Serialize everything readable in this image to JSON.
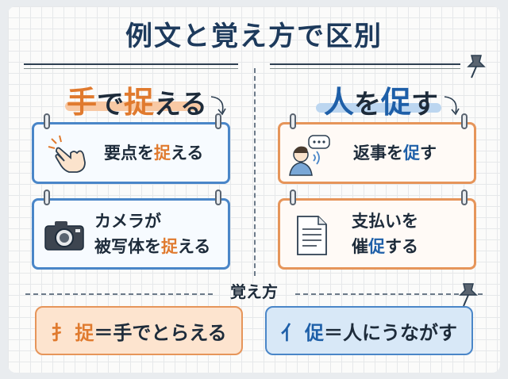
{
  "title": "例文と覚え方で区別",
  "left": {
    "heading_first": "手",
    "heading_rest": "で",
    "heading_kanji": "捉",
    "heading_tail": "える",
    "card1": {
      "pre": "要点を",
      "kanji": "捉",
      "post": "える",
      "icon": "pointing-hand-icon"
    },
    "card2": {
      "line1": "カメラが",
      "pre": "被写体を",
      "kanji": "捉",
      "post": "える",
      "icon": "camera-icon"
    }
  },
  "right": {
    "heading_first": "人",
    "heading_rest": "を",
    "heading_kanji": "促",
    "heading_tail": "す",
    "card1": {
      "pre": "返事を",
      "kanji": "促",
      "post": "す",
      "icon": "speaking-person-icon"
    },
    "card2": {
      "line1": "支払いを",
      "pre": "催",
      "kanji": "促",
      "post": "する",
      "icon": "document-icon"
    }
  },
  "memo_label": "覚え方",
  "memo_left": {
    "radical": "扌",
    "kanji": "捉",
    "rest": "＝手でとらえる"
  },
  "memo_right": {
    "radical": "亻",
    "kanji": "促",
    "rest": "＝人にうながす"
  },
  "colors": {
    "orange": "#e07a2e",
    "blue": "#1e5fa8",
    "navy": "#1d3a5c"
  }
}
